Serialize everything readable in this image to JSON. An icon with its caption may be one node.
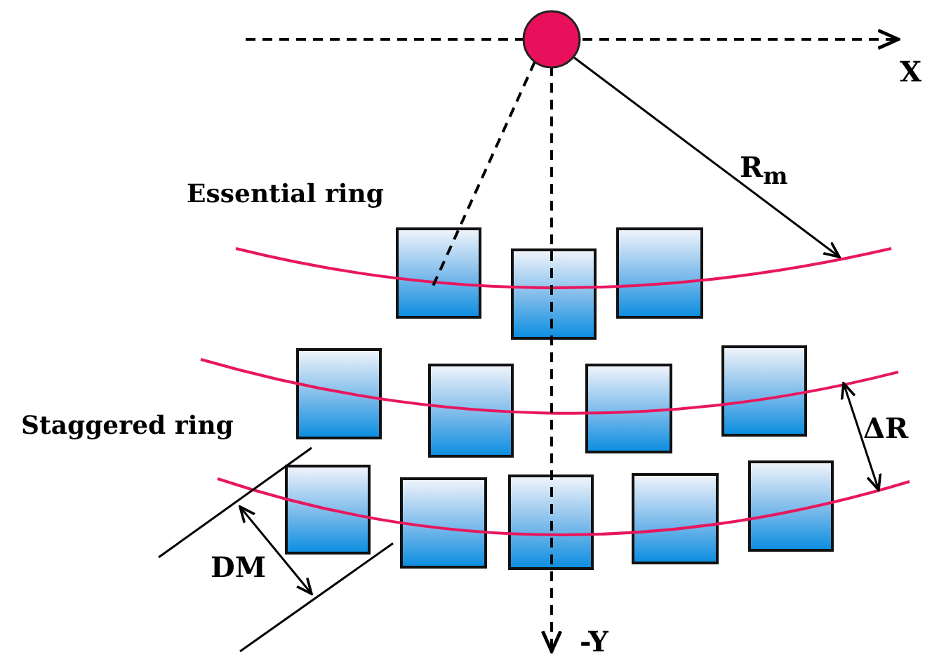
{
  "diagram": {
    "labels": [
      "X",
      "R$_{m}$",
      "Essential ring",
      "Staggered ring",
      "ΔR",
      "DM",
      "-Y"
    ]
  }
}
